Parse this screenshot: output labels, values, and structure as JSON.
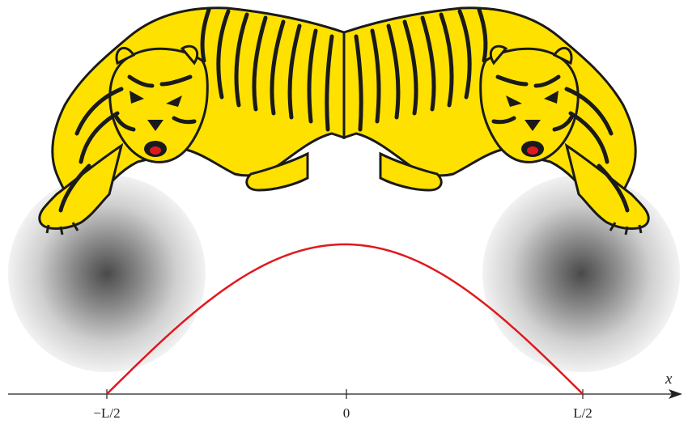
{
  "figure": {
    "axis": {
      "name": "x",
      "ticks": [
        "−L/2",
        "0",
        "L/2"
      ]
    },
    "curve": {
      "color": "#e0191e"
    },
    "palette": {
      "tiger_fill": "#ffe100",
      "tiger_stripe": "#1a1a1a",
      "mouth": "#e0191e",
      "cloud_center": "#4d4d4d"
    },
    "icons": [
      "tiger-left-icon",
      "tiger-right-icon",
      "gray-cloud-icon"
    ]
  }
}
